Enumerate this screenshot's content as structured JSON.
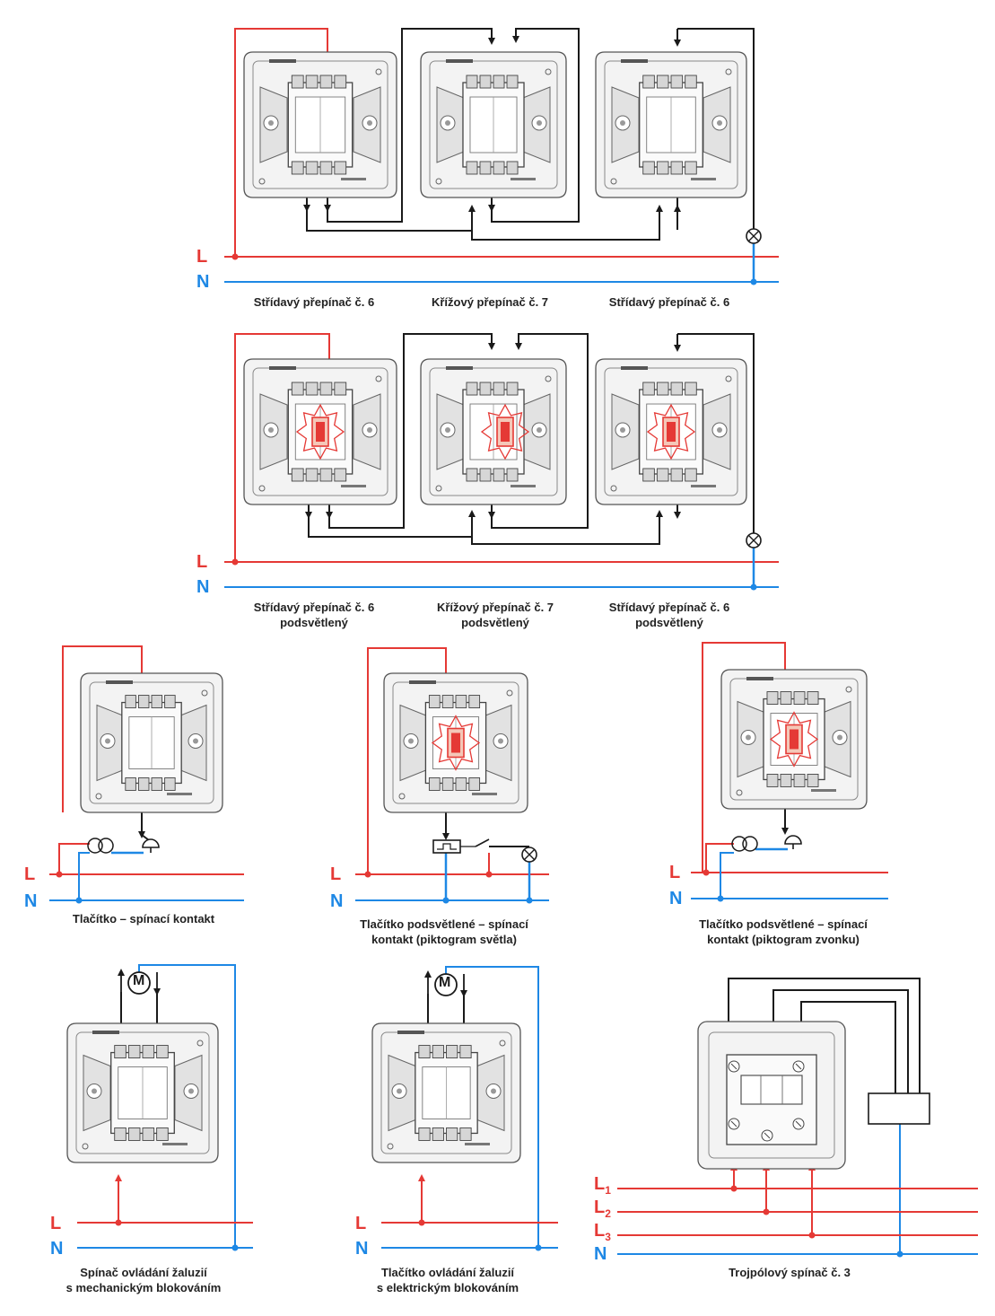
{
  "colors": {
    "phase": "#e53935",
    "neutral": "#1e88e5",
    "wire": "#1a1a1a",
    "plate": "#f3f3f3",
    "glow": "#e53935"
  },
  "line_labels": {
    "L": "L",
    "N": "N",
    "L1_sub": "1",
    "L2_sub": "2",
    "L3_sub": "3"
  },
  "motor_label": "M",
  "captions": {
    "d1_left": "Střídavý přepínač č. 6",
    "d1_mid": "Křížový přepínač č. 7",
    "d1_right": "Střídavý přepínač č. 6",
    "d2_left_1": "Střídavý přepínač č. 6",
    "d2_left_2": "podsvětlený",
    "d2_mid_1": "Křížový přepínač č. 7",
    "d2_mid_2": "podsvětlený",
    "d2_right_1": "Střídavý přepínač č. 6",
    "d2_right_2": "podsvětlený",
    "d3_left": "Tlačítko – spínací kontakt",
    "d3_mid_1": "Tlačítko podsvětlené – spínací",
    "d3_mid_2": "kontakt (piktogram světla)",
    "d3_right_1": "Tlačítko podsvětlené – spínací",
    "d3_right_2": "kontakt (piktogram zvonku)",
    "d4_left_1": "Spínač ovládání žaluzií",
    "d4_left_2": "s mechanickým blokováním",
    "d4_mid_1": "Tlačítko ovládání žaluzií",
    "d4_mid_2": "s elektrickým blokováním",
    "d4_right": "Trojpólový spínač č. 3"
  },
  "icons": [
    "switch-module-icon",
    "lamp-icon",
    "bell-icon",
    "transformer-icon",
    "relay-icon",
    "motor-icon",
    "arrow-icon"
  ]
}
